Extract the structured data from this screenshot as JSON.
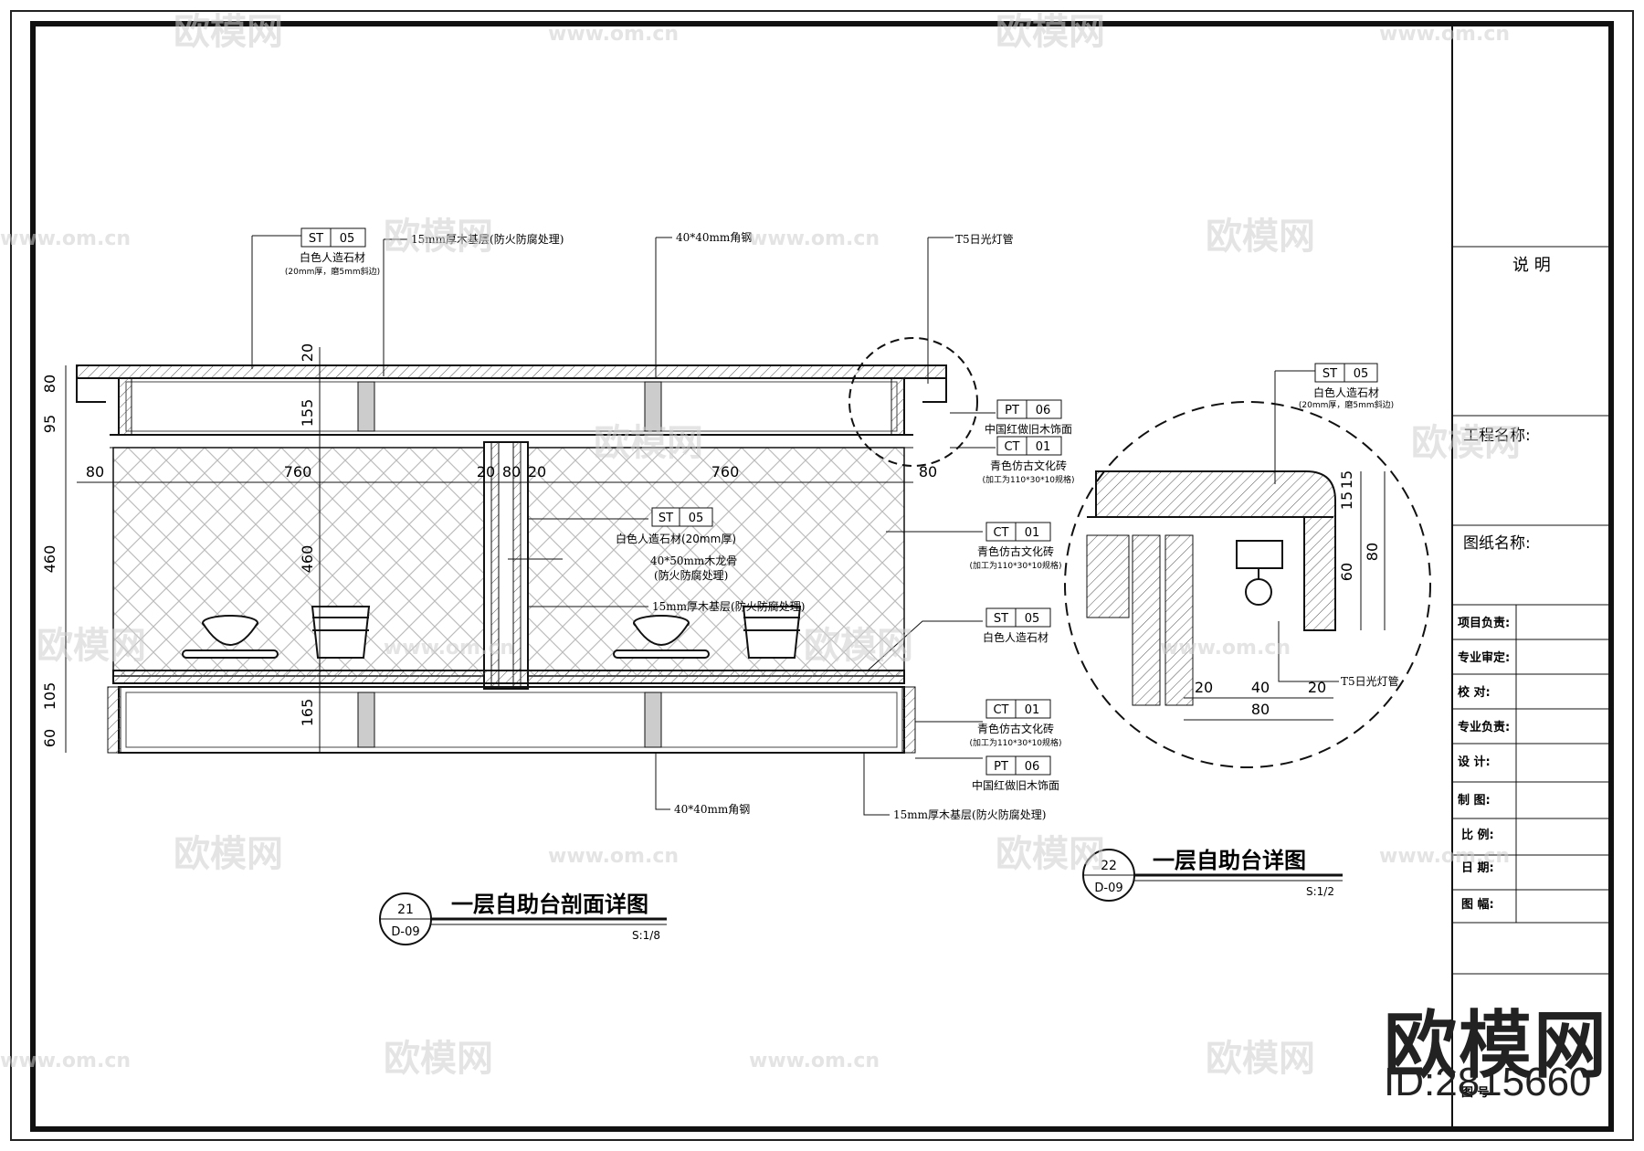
{
  "sheet": {
    "notes_title": "说  明",
    "project_name_label": "工程名称:",
    "drawing_name_label": "图纸名称:",
    "title_block_rows": [
      "项目负责:",
      "专业审定:",
      "校    对:",
      "专业负责:",
      "设    计:",
      "制    图:",
      "比  例:",
      "日  期:",
      "图  幅:"
    ],
    "sheet_no_label": "图  号"
  },
  "drawing21": {
    "number": "21",
    "ref": "D-09",
    "title": "一层自助台剖面详图",
    "scale": "S:1/8"
  },
  "drawing22": {
    "number": "22",
    "ref": "D-09",
    "title": "一层自助台详图",
    "scale": "S:1/2"
  },
  "dims_left": [
    "80",
    "95",
    "460",
    "105",
    "60"
  ],
  "dims_top": [
    "80",
    "760",
    "20",
    "80",
    "20",
    "760",
    "80"
  ],
  "dims_mid": [
    "20",
    "155",
    "460",
    "165"
  ],
  "dims_detail": [
    "15",
    "15",
    "80",
    "60",
    "20",
    "40",
    "20",
    "80"
  ],
  "callouts": {
    "st05_top": {
      "tag": "ST",
      "code": "05",
      "line1": "白色人造石材",
      "line2": "(20mm厚，磨5mm斜边)"
    },
    "wood_base_top": "15mm厚木基层(防火防腐处理)",
    "angle_steel_top": "40*40mm角钢",
    "t5_top": "T5日光灯管",
    "pt06_a": {
      "tag": "PT",
      "code": "06",
      "line1": "中国红做旧木饰面"
    },
    "ct01_a": {
      "tag": "CT",
      "code": "01",
      "line1": "青色仿古文化砖",
      "line2": "(加工为110*30*10规格)"
    },
    "st05_mid": {
      "tag": "ST",
      "code": "05",
      "line1": "白色人造石材(20mm厚)"
    },
    "keel": {
      "line1": "40*50mm木龙骨",
      "line2": "(防火防腐处理)"
    },
    "wood_base_mid": "15mm厚木基层(防火防腐处理)",
    "ct01_b": {
      "tag": "CT",
      "code": "01",
      "line1": "青色仿古文化砖",
      "line2": "(加工为110*30*10规格)"
    },
    "st05_low": {
      "tag": "ST",
      "code": "05",
      "line1": "白色人造石材"
    },
    "ct01_c": {
      "tag": "CT",
      "code": "01",
      "line1": "青色仿古文化砖",
      "line2": "(加工为110*30*10规格)"
    },
    "pt06_b": {
      "tag": "PT",
      "code": "06",
      "line1": "中国红做旧木饰面"
    },
    "angle_steel_bottom": "40*40mm角钢",
    "wood_base_bottom": "15mm厚木基层(防火防腐处理)",
    "st05_detail": {
      "tag": "ST",
      "code": "05",
      "line1": "白色人造石材",
      "line2": "(20mm厚，磨5mm斜边)"
    },
    "t5_detail": "T5日光灯管"
  },
  "watermark": {
    "brand": "欧模网",
    "url": "www.om.cn",
    "id": "ID:2815660"
  }
}
